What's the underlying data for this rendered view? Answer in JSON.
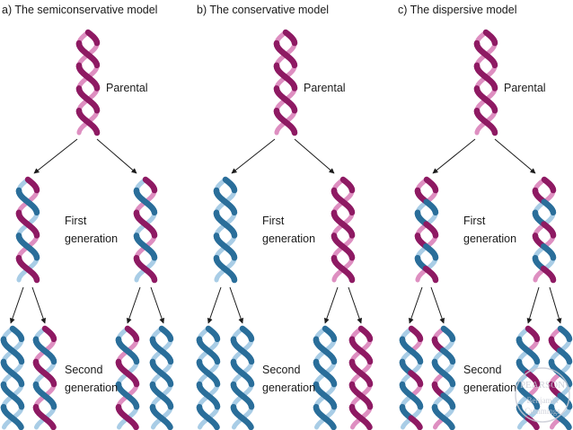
{
  "colors": {
    "parental_strand": "#8e1a63",
    "parental_light": "#de8fc1",
    "new_strand": "#2a6e9a",
    "new_light": "#a9cde6",
    "label": "#1a1a1a"
  },
  "panels": [
    {
      "id": "semiconservative",
      "title": "a) The semiconservative model",
      "labels": {
        "parental": "Parental",
        "first_line1": "First",
        "first_line2": "generation",
        "second_line1": "Second",
        "second_line2": "generation"
      }
    },
    {
      "id": "conservative",
      "title": "b) The conservative model",
      "labels": {
        "parental": "Parental",
        "first_line1": "First",
        "first_line2": "generation",
        "second_line1": "Second",
        "second_line2": "generation"
      }
    },
    {
      "id": "dispersive",
      "title": "c) The dispersive model",
      "labels": {
        "parental": "Parental",
        "first_line1": "First",
        "first_line2": "generation",
        "second_line1": "Second",
        "second_line2": "generation"
      }
    }
  ],
  "watermark": {
    "brand": "PEARSON",
    "line1": "Benjamin",
    "line2": "Cummings"
  }
}
